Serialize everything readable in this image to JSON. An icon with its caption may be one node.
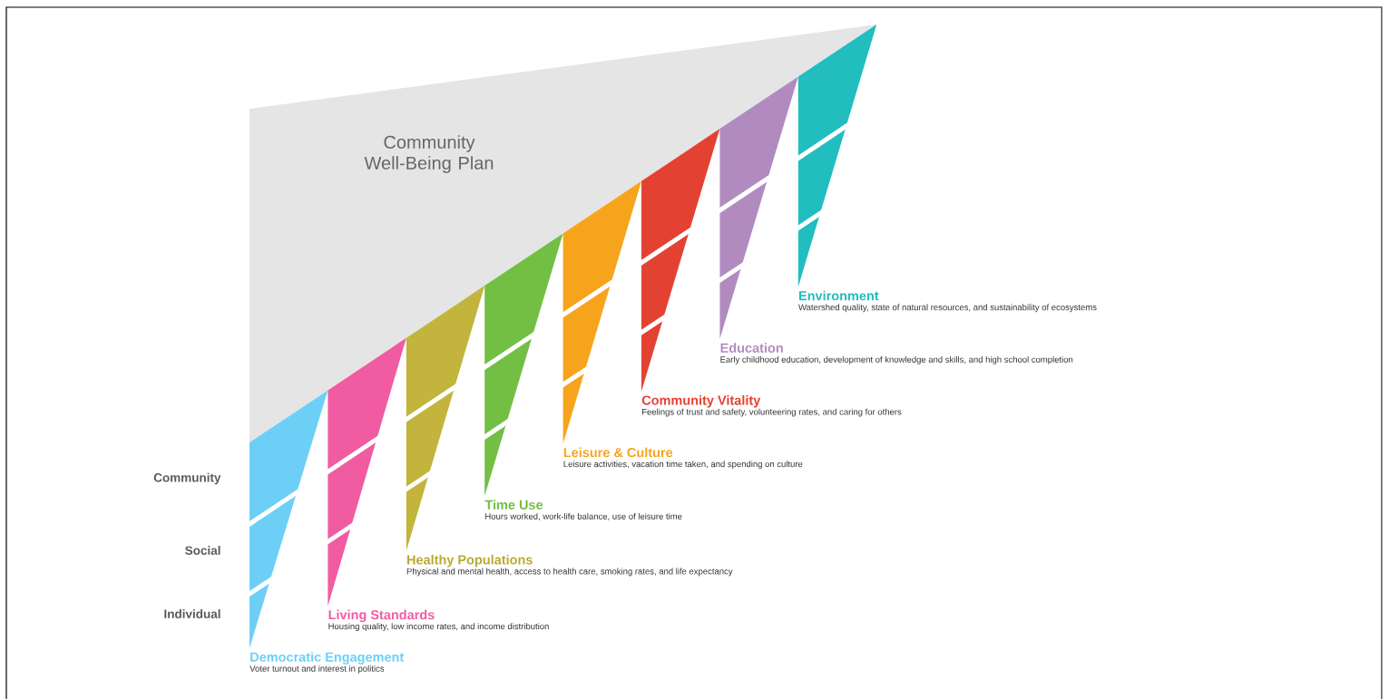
{
  "diagram": {
    "nodes": [
      {
        "text": [
          "Community Well-Being Plan"
        ]
      },
      {
        "text": [
          "Democratic Engagement",
          "Voter turnout and interest in politics"
        ]
      },
      {
        "text": [
          "Living Standards",
          "Housing quality, low income rates, and income distribution"
        ]
      },
      {
        "text": [
          "Healthy Populations",
          "Physical and mental health, access to health care, smoking rates, and life expectancy"
        ]
      },
      {
        "text": [
          "Time Use",
          "Hours worked, work-life balance, use of leisure time"
        ]
      },
      {
        "text": [
          "Leisure & Culture",
          "Leisure activities, vacation time taken, and spending on culture"
        ]
      },
      {
        "text": [
          "Community Vitality",
          "Feelings of trust and safety, volunteering rates, and caring for others"
        ]
      },
      {
        "text": [
          "Education",
          "Early childhood education, development of knowledge and skills, and high school completion"
        ]
      },
      {
        "text": [
          "Environment",
          "Watershed quality, state of natural resources, and sustainability of ecosystems"
        ]
      }
    ],
    "labels": [
      "Community",
      "Social",
      "Individual"
    ]
  }
}
